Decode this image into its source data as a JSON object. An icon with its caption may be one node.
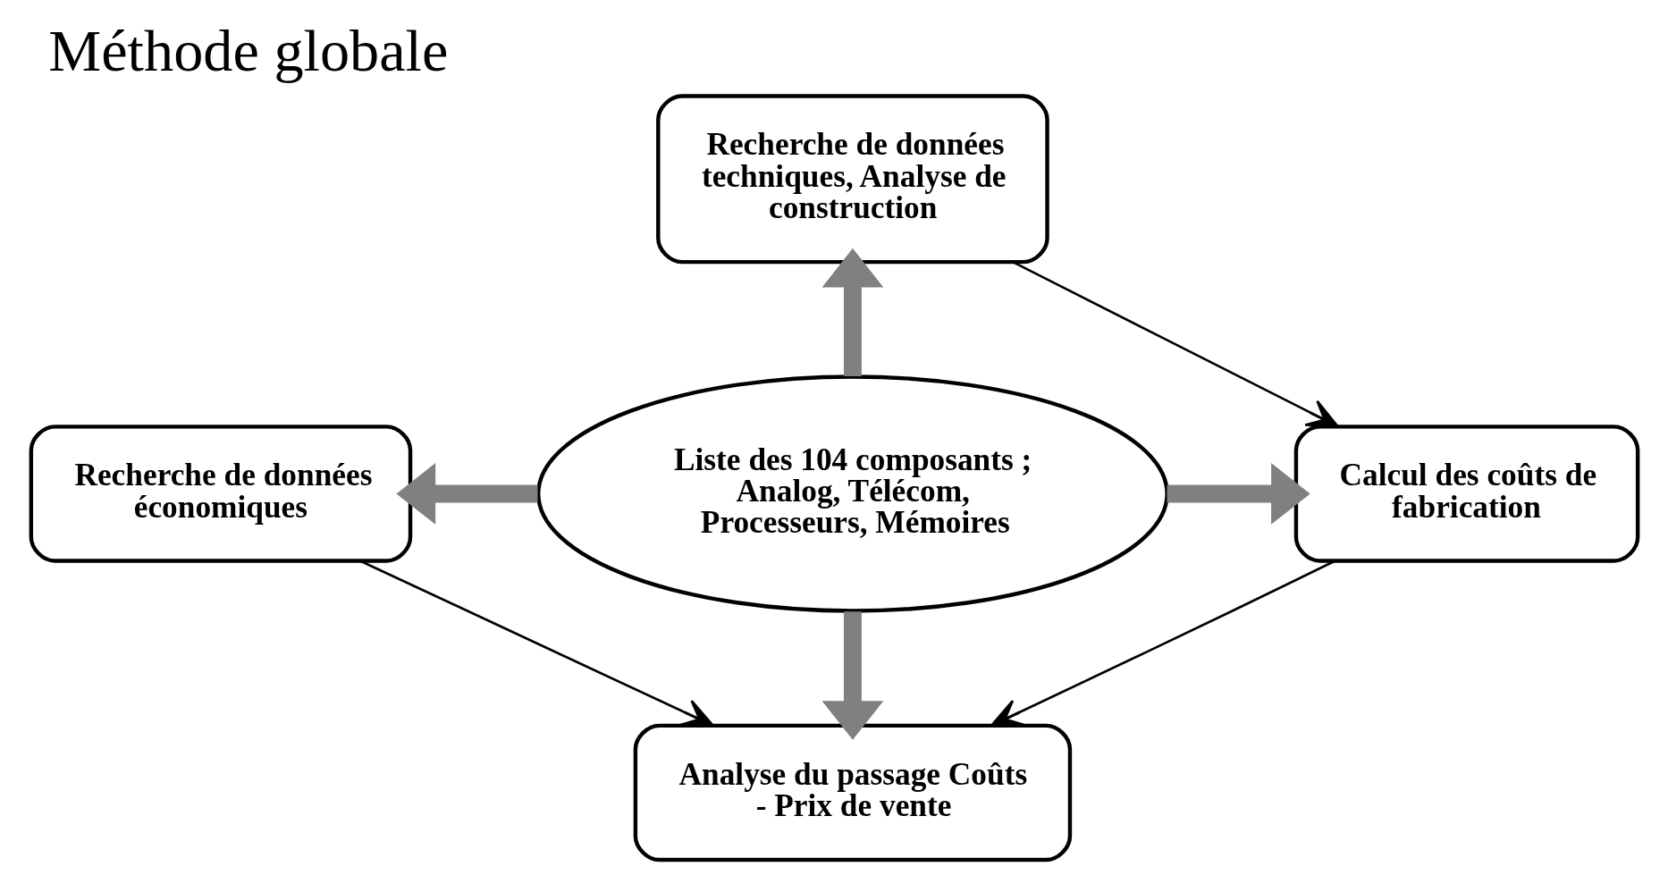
{
  "diagram": {
    "title": "Méthode globale",
    "nodes": [
      {
        "text": [
          "Recherche de données techniques, Analyse de construction"
        ]
      },
      {
        "text": [
          "Recherche de données économiques"
        ]
      },
      {
        "text": [
          "Liste des 104 composants ; Analog, Télécom, Processeurs, Mémoires"
        ]
      },
      {
        "text": [
          "Calcul des coûts de fabrication"
        ]
      },
      {
        "text": [
          "Analyse du passage Coûts - Prix de vente"
        ]
      }
    ],
    "edges": [
      {
        "from": 2,
        "to": 0,
        "arrow": "to"
      },
      {
        "from": 2,
        "to": 1,
        "arrow": "to"
      },
      {
        "from": 2,
        "to": 3,
        "arrow": "to"
      },
      {
        "from": 2,
        "to": 4,
        "arrow": "to"
      },
      {
        "from": 0,
        "to": 3,
        "arrow": "to",
        "color": "#000000"
      },
      {
        "from": 1,
        "to": 4,
        "arrow": "to",
        "color": "#000000"
      },
      {
        "from": 3,
        "to": 4,
        "arrow": "to",
        "color": "#000000"
      }
    ]
  }
}
